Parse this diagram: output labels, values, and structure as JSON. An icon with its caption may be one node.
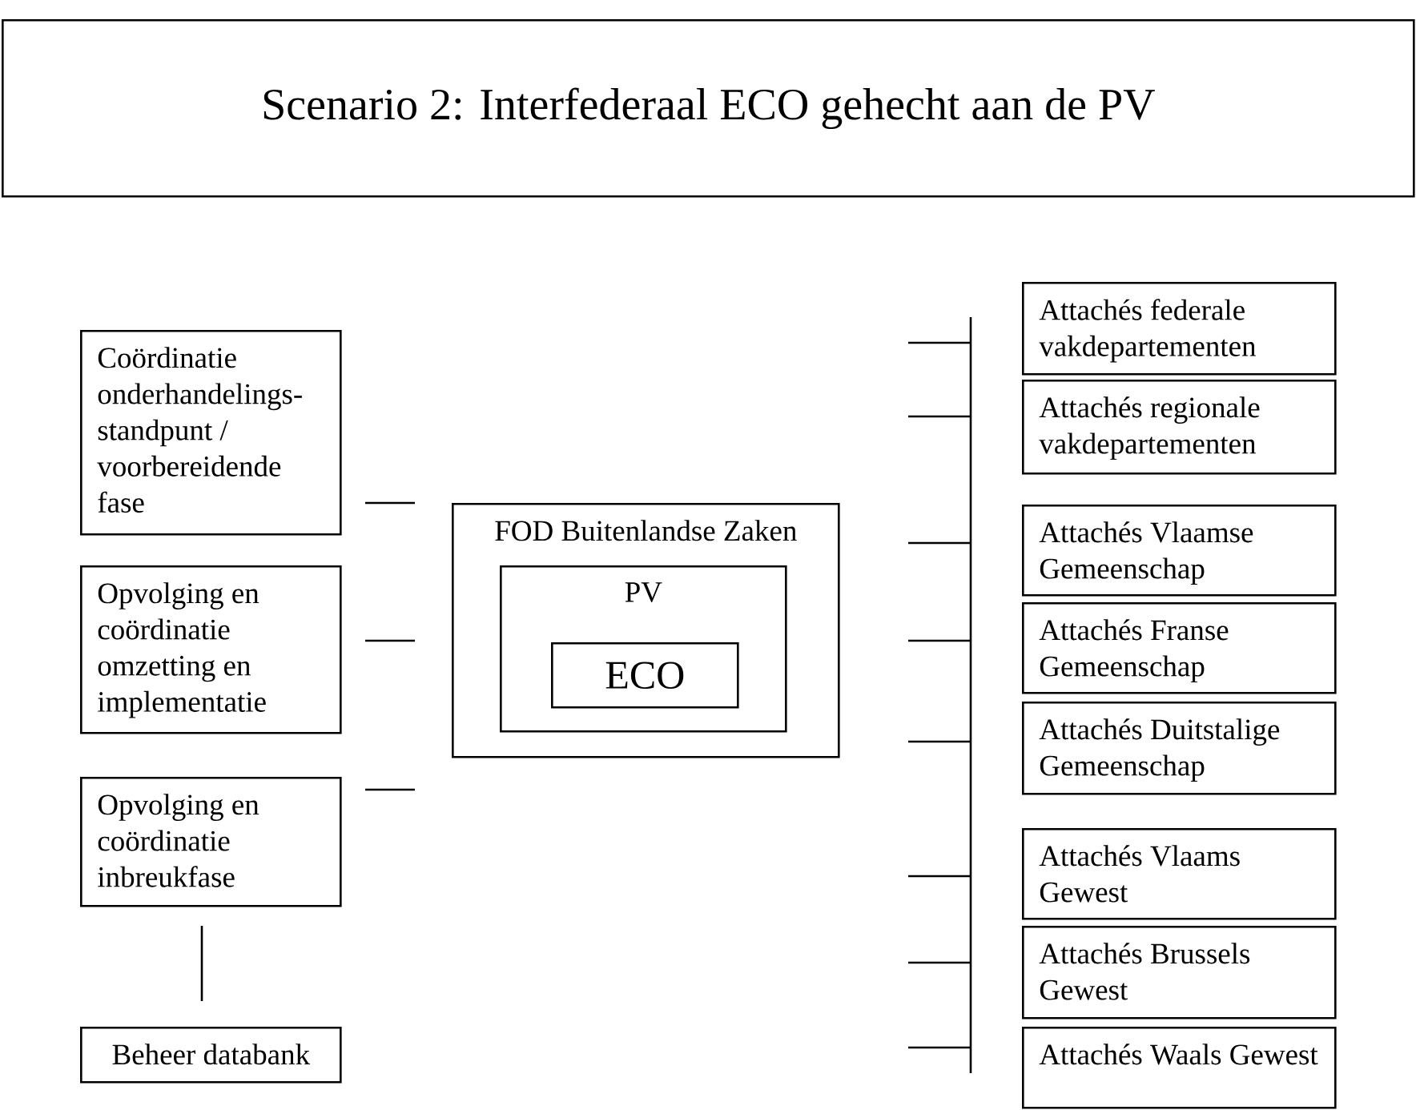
{
  "diagram": {
    "title": "Scenario 2: Interfederaal ECO gehecht aan de PV",
    "nodes": [
      {
        "text": [
          "Coördinatie onderhandelings- standpunt / voorbereidende fase"
        ]
      },
      {
        "text": [
          "Opvolging en coördinatie omzetting en implementatie"
        ]
      },
      {
        "text": [
          "Opvolging en coördinatie inbreukfase"
        ]
      },
      {
        "text": [
          "Beheer databank"
        ]
      },
      {
        "text": [
          "FOD Buitenlandse Zaken"
        ]
      },
      {
        "text": [
          "PV"
        ],
        "in": 4
      },
      {
        "text": [
          "ECO"
        ],
        "in": 5
      },
      {
        "text": [
          "Attachés federale vakdepartementen"
        ]
      },
      {
        "text": [
          "Attachés regionale vakdepartementen"
        ]
      },
      {
        "text": [
          "Attachés Vlaamse Gemeenschap"
        ]
      },
      {
        "text": [
          "Attachés Franse Gemeenschap"
        ]
      },
      {
        "text": [
          "Attachés Duitstalige Gemeenschap"
        ]
      },
      {
        "text": [
          "Attachés Vlaams Gewest"
        ]
      },
      {
        "text": [
          "Attachés Brussels Gewest"
        ]
      },
      {
        "text": [
          "Attachés Waals Gewest"
        ]
      }
    ]
  }
}
